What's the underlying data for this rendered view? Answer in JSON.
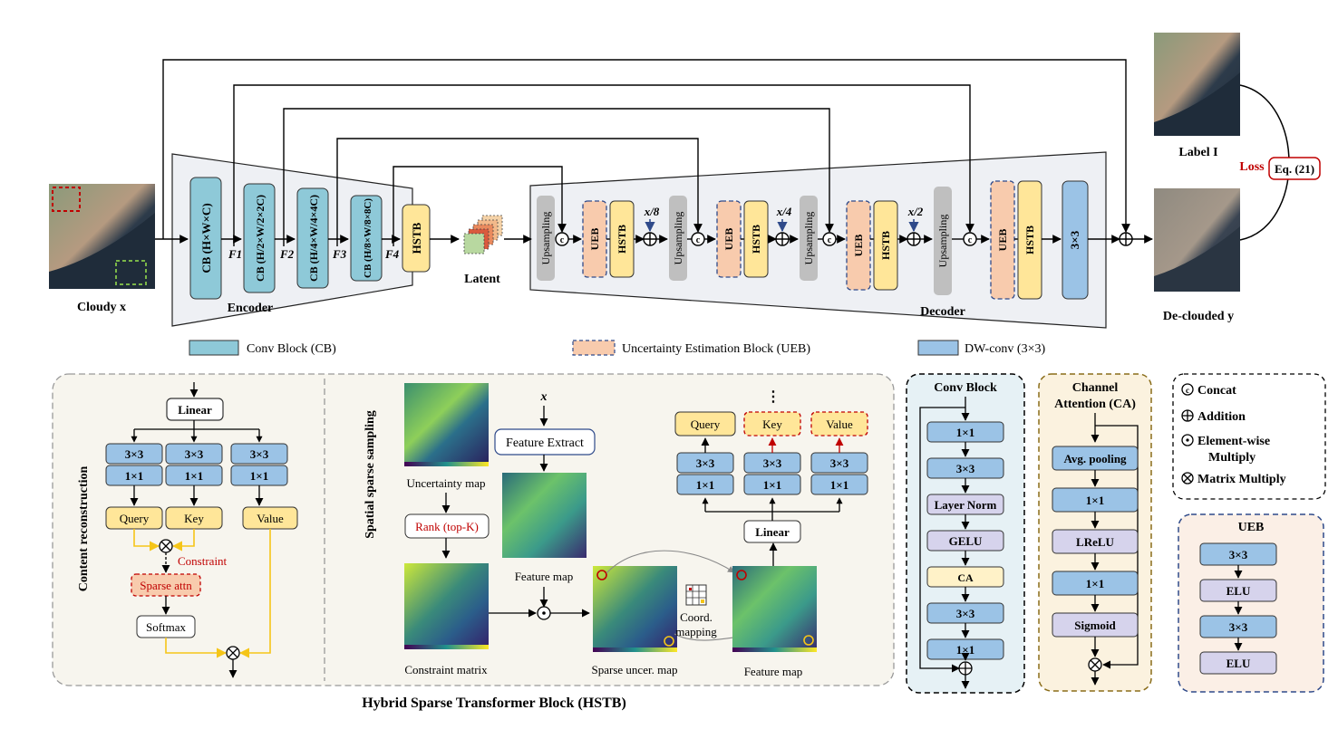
{
  "top": {
    "cloudy_label": "Cloudy x",
    "encoder_label": "Encoder",
    "decoder_label": "Decoder",
    "latent_label": "Latent",
    "label_I": "Label I",
    "declouded_label": "De-clouded y",
    "loss_label": "Loss",
    "eq_label": "Eq. (21)",
    "cb_blocks": [
      "CB (H×W×C)",
      "CB (H/2×W/2×2C)",
      "CB (H/4×W/4×4C)",
      "CB (H/8×W/8×8C)"
    ],
    "feature_labels": [
      "F1",
      "F2",
      "F3",
      "F4"
    ],
    "hstb": "HSTB",
    "ueb": "UEB",
    "upsampling": "Upsampling",
    "concat_symbol": "c",
    "scales": [
      "x/8",
      "x/4",
      "x/2"
    ],
    "dwconv": "3×3"
  },
  "legend": {
    "conv_block": "Conv Block (CB)",
    "ueb": "Uncertainty Estimation  Block (UEB)",
    "dwconv": "DW-conv (3×3)"
  },
  "hstb_panel": {
    "title": "Hybrid Sparse Transformer Block (HSTB)",
    "content_title": "Content reconstruction",
    "linear": "Linear",
    "conv3": "3×3",
    "conv1": "1×1",
    "query": "Query",
    "key": "Key",
    "value": "Value",
    "constraint": "Constraint",
    "sparse_attn": "Sparse attn",
    "softmax": "Softmax",
    "spatial_title": "Spatial sparse sampling",
    "uncertainty_map": "Uncertainty map",
    "rank": "Rank (top-K)",
    "constraint_matrix": "Constraint matrix",
    "x_input": "x",
    "feature_extract": "Feature Extract",
    "feature_map": "Feature map",
    "sparse_uncer_map": "Sparse uncer. map",
    "coord_mapping_1": "Coord.",
    "coord_mapping_2": "mapping",
    "feature_map_2": "Feature map",
    "dots": "⋮"
  },
  "conv_block": {
    "title": "Conv Block",
    "items": [
      "1×1",
      "3×3",
      "Layer Norm",
      "GELU",
      "CA",
      "3×3",
      "1×1"
    ]
  },
  "ca_block": {
    "title_1": "Channel",
    "title_2": "Attention (CA)",
    "items": [
      "Avg. pooling",
      "1×1",
      "LReLU",
      "1×1",
      "Sigmoid"
    ]
  },
  "symbols": {
    "concat": "Concat",
    "addition": "Addition",
    "elem_1": "Element-wise",
    "elem_2": "Multiply",
    "matrix": "Matrix Multiply"
  },
  "ueb_block": {
    "title": "UEB",
    "items": [
      "3×3",
      "ELU",
      "3×3",
      "ELU"
    ]
  },
  "colors": {
    "conv_blue": "#8ec9d8",
    "dw_blue": "#9bc3e6",
    "hstb_yellow": "#ffe699",
    "ueb_peach": "#f8cbad",
    "up_gray": "#bfbfbf",
    "panel_bg": "#f7f5ee",
    "accent_red": "#c00000",
    "dark_blue": "#2f4a8a"
  }
}
